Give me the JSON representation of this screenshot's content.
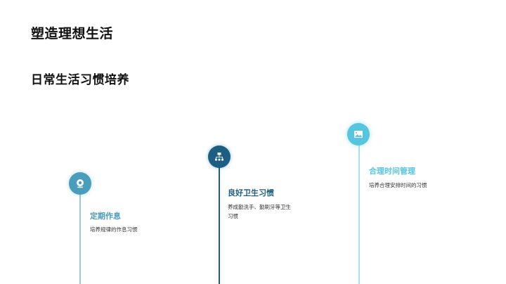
{
  "slide": {
    "title": "塑造理想生活",
    "subtitle": "日常生活习惯培养"
  },
  "timeline": [
    {
      "title": "定期作息",
      "description": "培养规律的作息习惯",
      "icon": "webcam-icon",
      "color": "#4a9dbb"
    },
    {
      "title": "良好卫生习惯",
      "description": "养成勤洗手、勤刷牙等卫生习惯",
      "icon": "sitemap-icon",
      "color": "#1c5f82"
    },
    {
      "title": "合理时间管理",
      "description": "培养合理安排时间的习惯",
      "icon": "image-icon",
      "color": "#56c5e0"
    }
  ]
}
